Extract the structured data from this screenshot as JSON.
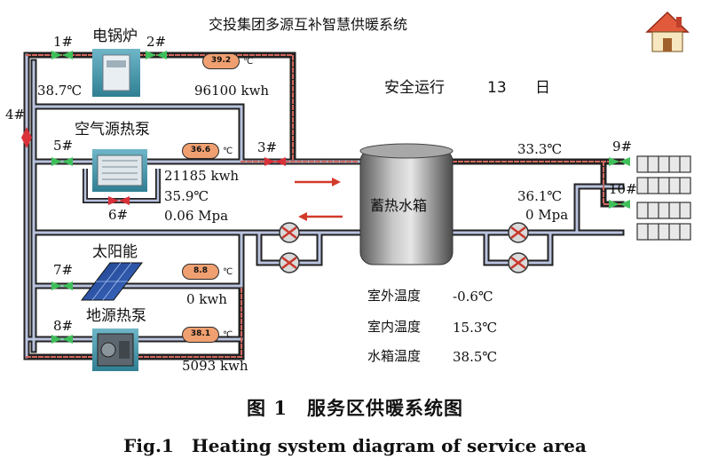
{
  "title": "交投集团多源互补智慧供暖系统",
  "safe_run": {
    "label": "安全运行",
    "days": "13",
    "unit": "日"
  },
  "icons": {
    "home": "home-icon"
  },
  "devices": {
    "electric_boiler": "电锅炉",
    "air_source_heat_pump": "空气源热泵",
    "solar": "太阳能",
    "ground_source_heat_pump": "地源热泵",
    "storage_tank": "蓄热水箱"
  },
  "valves": {
    "v1": "1#",
    "v2": "2#",
    "v3": "3#",
    "v4": "4#",
    "v5": "5#",
    "v6": "6#",
    "v7": "7#",
    "v8": "8#",
    "v9": "9#",
    "v10": "10#"
  },
  "readings": {
    "boiler_inlet_temp": "38.7℃",
    "boiler_gauge": "39.2",
    "boiler_energy": "96100 kwh",
    "ashp_gauge": "36.6",
    "ashp_energy": "21185 kwh",
    "ashp_temp": "35.9℃",
    "ashp_pressure": "0.06 Mpa",
    "solar_gauge": "8.8",
    "solar_energy": "0 kwh",
    "gshp_gauge": "38.1",
    "gshp_energy": "5093 kwh",
    "supply_temp": "33.3℃",
    "return_temp": "36.1℃",
    "return_pressure": "0 Mpa",
    "gauge_unit": "℃"
  },
  "stats": {
    "outdoor": {
      "label": "室外温度",
      "value": "-0.6℃"
    },
    "indoor": {
      "label": "室内温度",
      "value": "15.3℃"
    },
    "tank": {
      "label": "水箱温度",
      "value": "38.5℃"
    }
  },
  "caption": {
    "cn": "图 1　服务区供暖系统图",
    "en": "Fig.1　Heating system diagram of service area"
  }
}
